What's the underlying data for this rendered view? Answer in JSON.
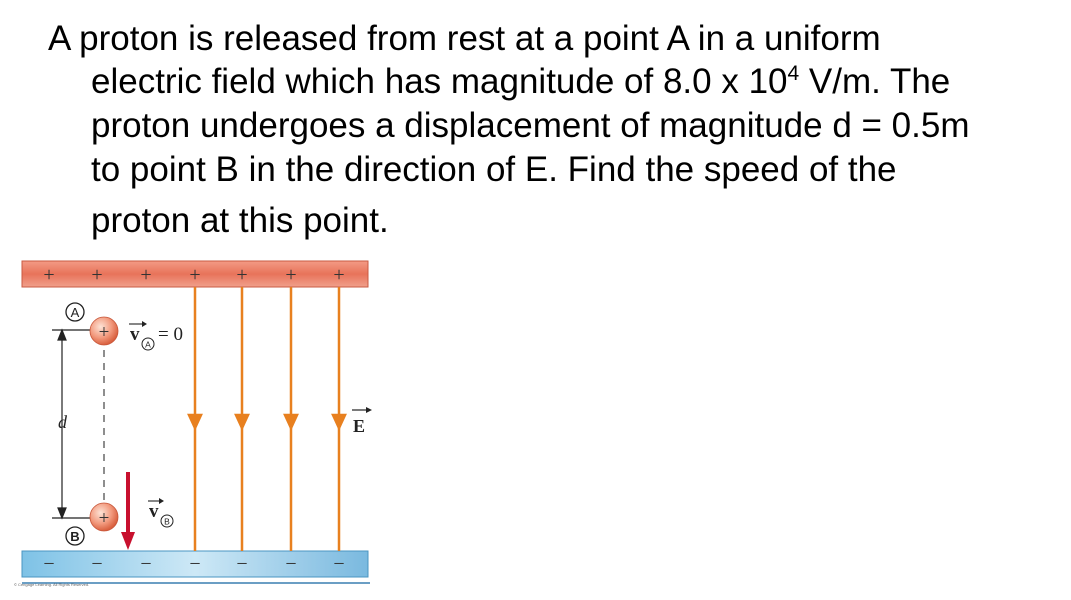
{
  "problem": {
    "line1": "A proton is released from rest at a point A in a uniform",
    "line2_before": "electric field which has magnitude of 8.0 x 10",
    "line2_exponent": "4",
    "line2_after": " V/m.  The",
    "line3": "proton undergoes a displacement of magnitude d = 0.5m",
    "line4": "to point B in the direction of E.  Find the speed of the",
    "line5": "proton at this point."
  },
  "figure": {
    "plus_sign": "+",
    "minus_sign": "−",
    "point_a_label": "A",
    "point_b_label": "B",
    "distance_label": "d",
    "velocity_symbol": "v",
    "velocity_a_value": "= 0",
    "field_label": "E",
    "copyright": "© Cengage Learning. All Rights Reserved.",
    "colors": {
      "positive_plate": "#e8735a",
      "negative_plate": "#6fb6de",
      "field_lines": "#e8801f",
      "velocity_arrow": "#c8102e"
    }
  }
}
